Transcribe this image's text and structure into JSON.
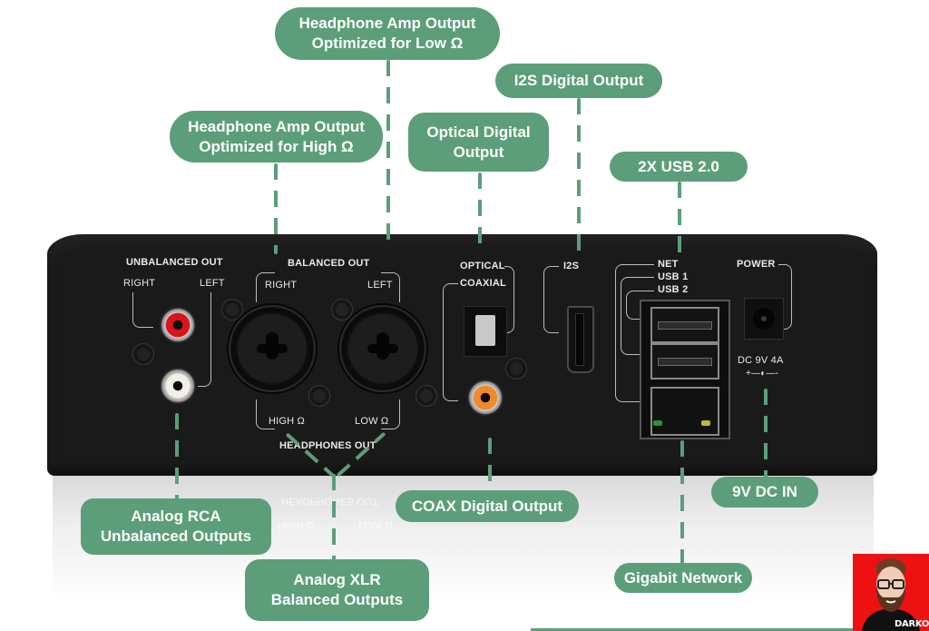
{
  "device": {
    "panel_labels": {
      "unbalanced_out": "UNBALANCED OUT",
      "unbalanced_right": "RIGHT",
      "unbalanced_left": "LEFT",
      "balanced_out": "BALANCED OUT",
      "balanced_right": "RIGHT",
      "balanced_left": "LEFT",
      "high_ohm": "HIGH Ω",
      "low_ohm": "LOW Ω",
      "headphones_out": "HEADPHONES OUT",
      "optical": "OPTICAL",
      "coaxial": "COAXIAL",
      "i2s": "I2S",
      "net": "NET",
      "usb1": "USB 1",
      "usb2": "USB 2",
      "power": "POWER",
      "dc_rating": "DC 9V 4A",
      "polarity": "+—◐—-"
    },
    "reflection_labels": {
      "headphones_out": "HEADPHONES OUT",
      "high_ohm": "HIGH Ω",
      "low_ohm": "LOW Ω"
    },
    "connector_colors": {
      "rca_right": "#d8141c",
      "rca_left": "#f2f0e6",
      "coax": "#f08a2a",
      "led_green": "#2f8f3a",
      "led_yellow": "#c9b52a"
    }
  },
  "annotations": {
    "accent_color": "#5c9e7a",
    "headphone_low": [
      "Headphone Amp Output",
      "Optimized for Low Ω"
    ],
    "headphone_high": [
      "Headphone Amp Output",
      "Optimized for High Ω"
    ],
    "optical": [
      "Optical Digital",
      "Output"
    ],
    "i2s": [
      "I2S Digital Output"
    ],
    "usb": [
      "2X USB 2.0"
    ],
    "rca": [
      "Analog RCA",
      "Unbalanced Outputs"
    ],
    "coax": [
      "COAX Digital Output"
    ],
    "xlr": [
      "Analog XLR",
      "Balanced Outputs"
    ],
    "dc": [
      "9V DC IN"
    ],
    "network": [
      "Gigabit Network"
    ]
  },
  "logo": {
    "text": "DARKO",
    "background": "#ee1111"
  }
}
